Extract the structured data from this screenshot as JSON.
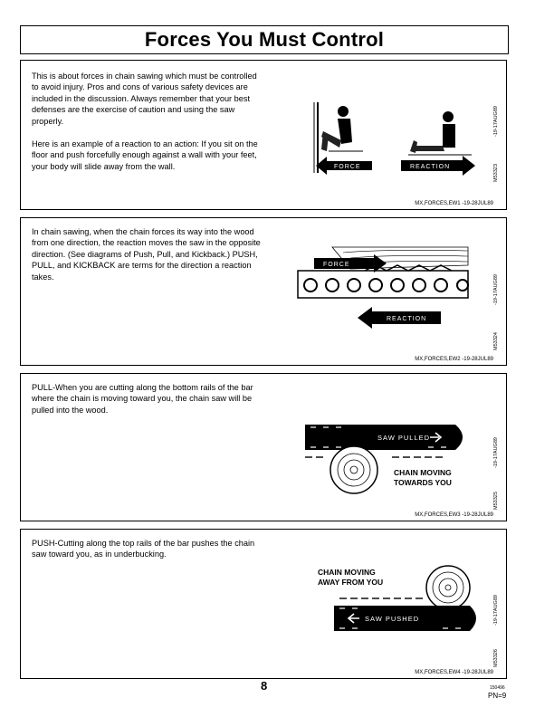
{
  "title": "Forces You Must Control",
  "sections": [
    {
      "paragraphs": [
        "This is about forces in chain sawing which must be controlled to avoid injury. Pros and cons of various safety devices are included in the discussion. Always remember that your best defenses are the exercise of caution and using the saw properly.",
        "Here is an example of a reaction to an action: If you sit on the floor and push forcefully enough against a wall with your feet, your body will slide away from the wall."
      ],
      "fig_labels": [
        "FORCE",
        "REACTION"
      ],
      "fig_id": "M53323",
      "fig_date": "-19-17AUG89",
      "ref": "MX,FORCES,EW1  -19-28JUL89"
    },
    {
      "paragraphs": [
        "In chain sawing, when the chain forces its way into the wood from one direction, the reaction moves the saw in the opposite direction. (See diagrams of Push, Pull, and Kickback.) PUSH, PULL, and KICKBACK are terms for the direction a reaction takes."
      ],
      "fig_labels": [
        "FORCE",
        "REACTION"
      ],
      "fig_id": "M53324",
      "fig_date": "-19-17AUG89",
      "ref": "MX,FORCES,EW2  -19-28JUL89"
    },
    {
      "paragraphs": [
        "PULL-When you are cutting along the bottom rails of the bar where the chain is moving toward you, the chain saw will be pulled into the wood."
      ],
      "fig_labels": [
        "SAW PULLED",
        "CHAIN MOVING",
        "TOWARDS YOU"
      ],
      "fig_id": "M53325",
      "fig_date": "-19-17AUG89",
      "ref": "MX,FORCES,EW3  -19-28JUL89"
    },
    {
      "paragraphs": [
        "PUSH-Cutting along the top rails of the bar pushes the chain saw toward you, as in underbucking."
      ],
      "fig_labels": [
        "CHAIN MOVING",
        "AWAY FROM YOU",
        "SAW PUSHED"
      ],
      "fig_id": "M53326",
      "fig_date": "-19-17AUG89",
      "ref": "MX,FORCES,EW4  -19-28JUL89"
    }
  ],
  "footer": {
    "page_number": "8",
    "code": "150496",
    "pn": "PN=9"
  }
}
